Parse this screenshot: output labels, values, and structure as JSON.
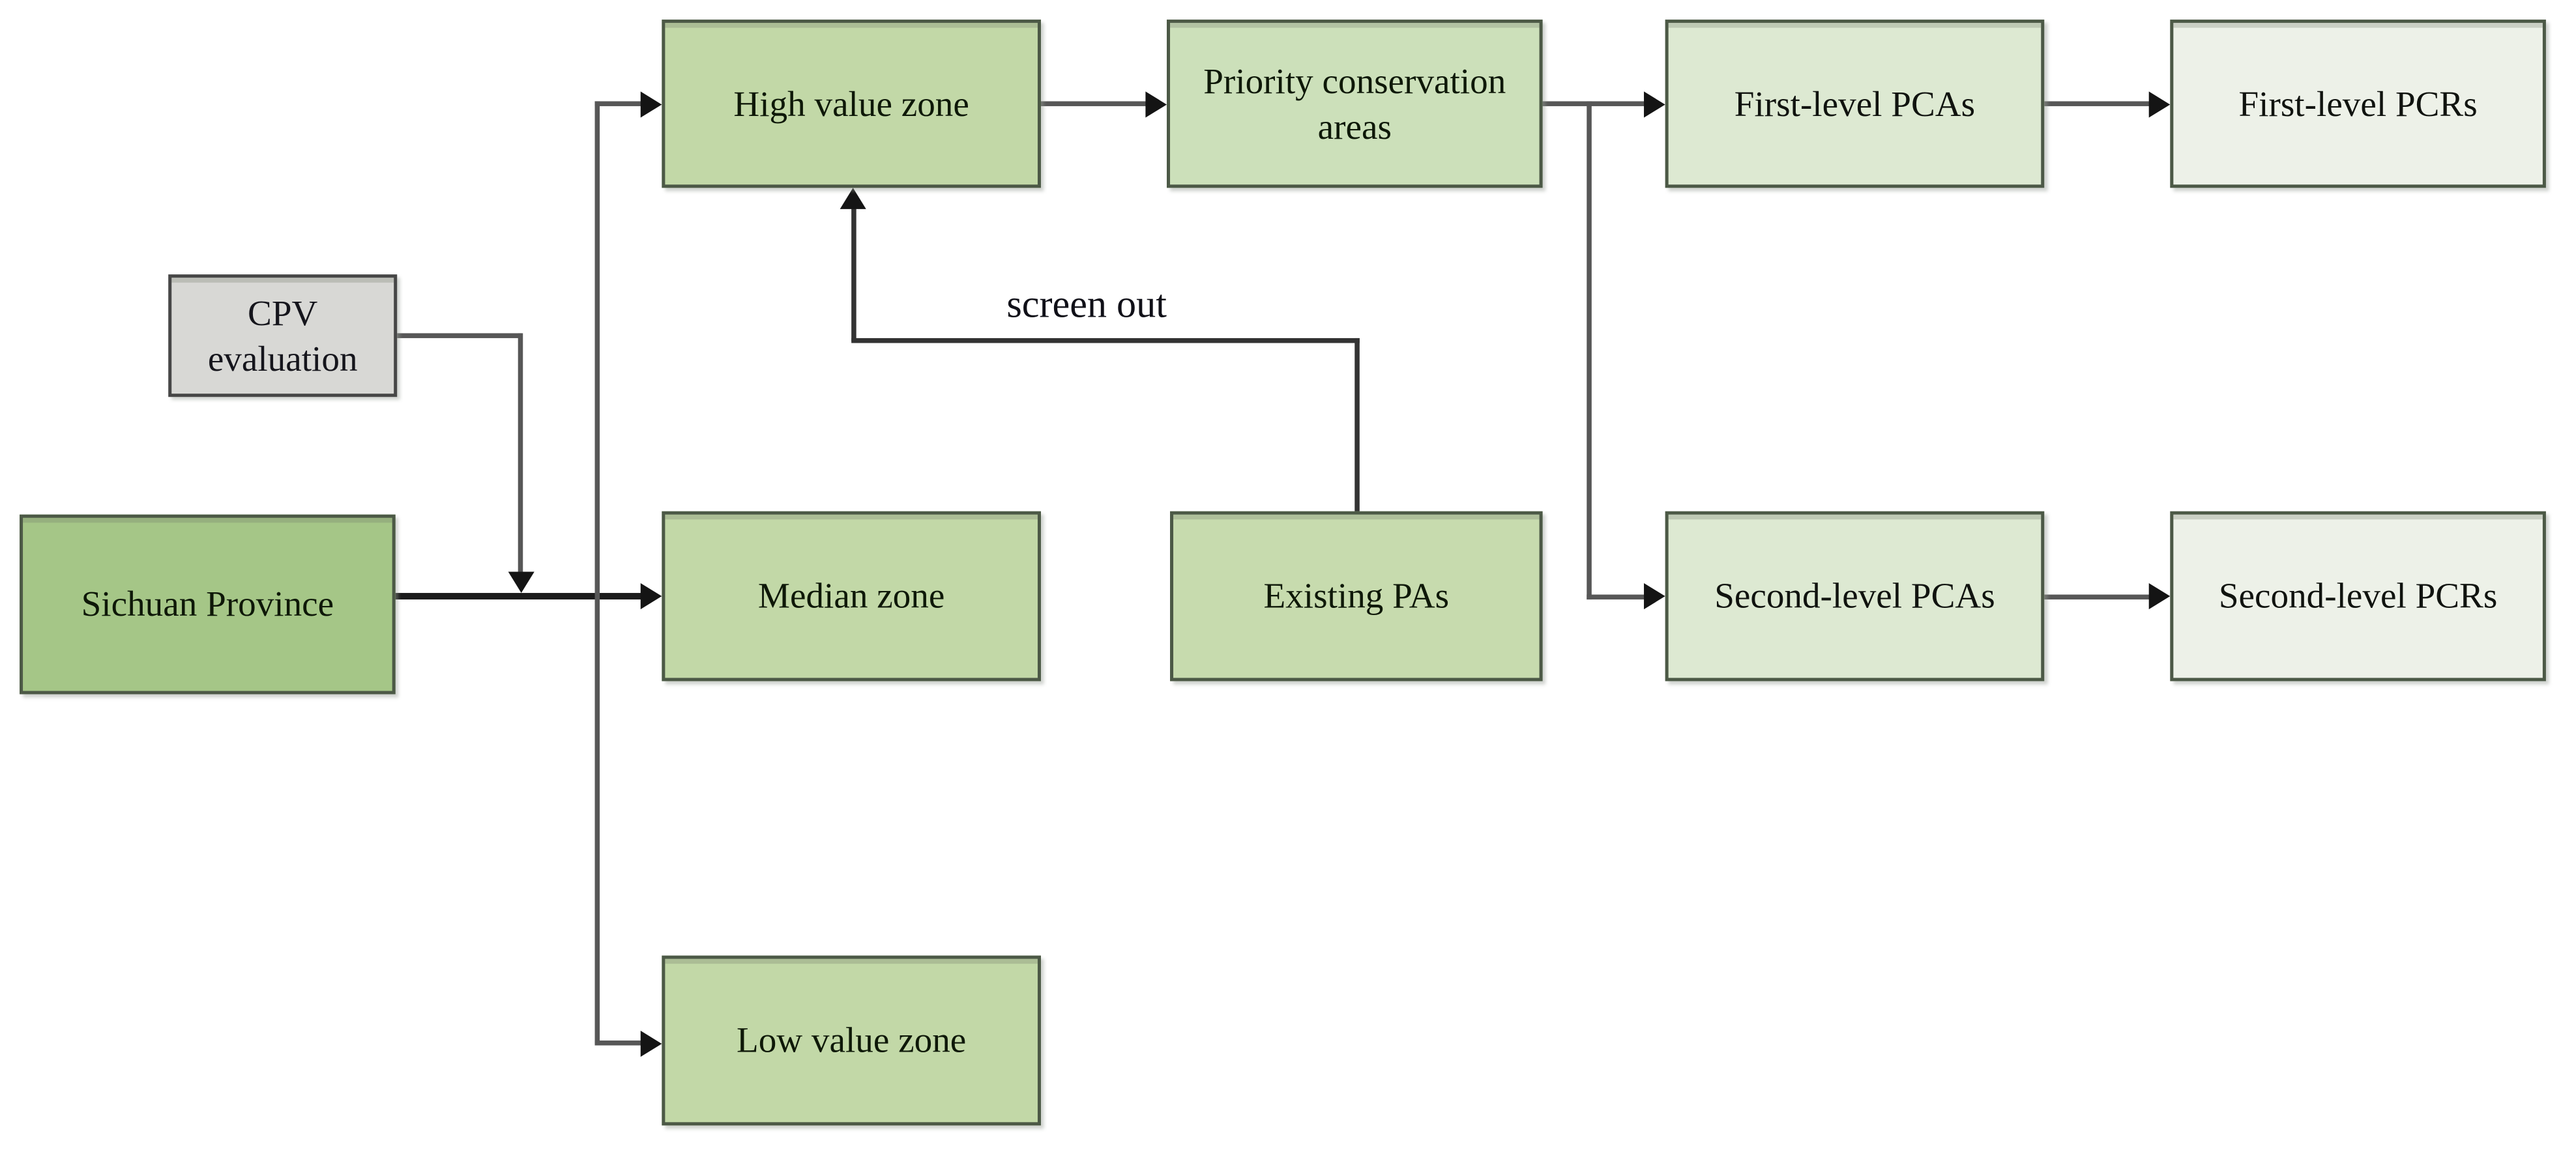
{
  "diagram": {
    "type": "flowchart",
    "nodes": {
      "sichuan": {
        "label": "Sichuan Province",
        "fill": "#a5c687"
      },
      "cpv": {
        "label": "CPV evaluation",
        "fill": "#d8d8d5"
      },
      "high": {
        "label": "High value zone",
        "fill": "#c2d8a7"
      },
      "median": {
        "label": "Median zone",
        "fill": "#c2d8a7"
      },
      "low": {
        "label": "Low value zone",
        "fill": "#c2d8a7"
      },
      "priority": {
        "label": "Priority conservation areas",
        "fill": "#cce0ba"
      },
      "existing": {
        "label": "Existing PAs",
        "fill": "#c7dbae"
      },
      "pca1": {
        "label": "First-level PCAs",
        "fill": "#dde9d2"
      },
      "pca2": {
        "label": "Second-level PCAs",
        "fill": "#dde9d2"
      },
      "pcr1": {
        "label": "First-level PCRs",
        "fill": "#edf1e8"
      },
      "pcr2": {
        "label": "Second-level PCRs",
        "fill": "#edf1e8"
      }
    },
    "edge_labels": {
      "screen_out": "screen out"
    },
    "edges": [
      "Sichuan Province -> High value zone",
      "Sichuan Province -> Median zone",
      "Sichuan Province -> Low value zone",
      "CPV evaluation -> (Sichuan Province branch line)",
      "Existing PAs -> High value zone (screen out)",
      "High value zone -> Priority conservation areas",
      "Priority conservation areas -> First-level PCAs",
      "Priority conservation areas -> Second-level PCAs",
      "First-level PCAs -> First-level PCRs",
      "Second-level PCAs -> Second-level PCRs"
    ],
    "colors": {
      "background": "#ffffff",
      "node_border": "#4c5946",
      "cpv_border": "#474747",
      "connector": "#575757",
      "connector_dark": "#333333",
      "connector_main": "#1b1b1b",
      "arrowhead": "#141414",
      "text": "#0e1808"
    }
  }
}
